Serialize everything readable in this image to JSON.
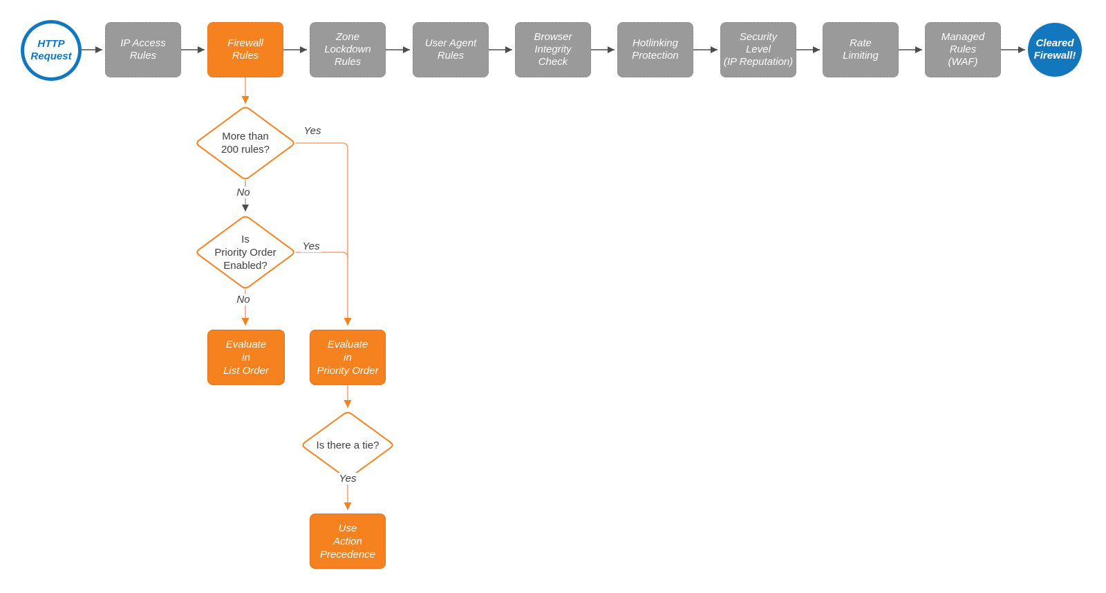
{
  "colors": {
    "stage_gray": "#9A9A9A",
    "stage_orange": "#F6821F",
    "terminal_blue": "#1377BD",
    "connector_gray": "#4D4D4D",
    "connector_orange": "#F0915A",
    "arrowhead_orange": "#F6821F",
    "decision_text": "#3F3F3F"
  },
  "flow": {
    "start": {
      "label": "HTTP\nRequest"
    },
    "stages": [
      {
        "label": "IP Access\nRules",
        "highlight": false
      },
      {
        "label": "Firewall\nRules",
        "highlight": true
      },
      {
        "label": "Zone\nLockdown\nRules",
        "highlight": false
      },
      {
        "label": "User Agent\nRules",
        "highlight": false
      },
      {
        "label": "Browser\nIntegrity\nCheck",
        "highlight": false
      },
      {
        "label": "Hotlinking\nProtection",
        "highlight": false
      },
      {
        "label": "Security\nLevel\n(IP Reputation)",
        "highlight": false
      },
      {
        "label": "Rate\nLimiting",
        "highlight": false
      },
      {
        "label": "Managed\nRules\n(WAF)",
        "highlight": false
      }
    ],
    "end": {
      "label": "Cleared\nFirewall!"
    }
  },
  "branch": {
    "decisions": {
      "rule_count": {
        "label": "More than\n200 rules?"
      },
      "priority_enabled": {
        "label": "Is\nPriority Order\nEnabled?"
      },
      "tie": {
        "label": "Is there a tie?"
      }
    },
    "edge_labels": {
      "rule_count_yes": "Yes",
      "rule_count_no": "No",
      "priority_yes": "Yes",
      "priority_no": "No",
      "tie_yes": "Yes"
    },
    "actions": {
      "list_order": {
        "label": "Evaluate\nin\nList Order"
      },
      "priority_order": {
        "label": "Evaluate\nin\nPriority Order"
      },
      "action_precedence": {
        "label": "Use\nAction\nPrecedence"
      }
    }
  }
}
